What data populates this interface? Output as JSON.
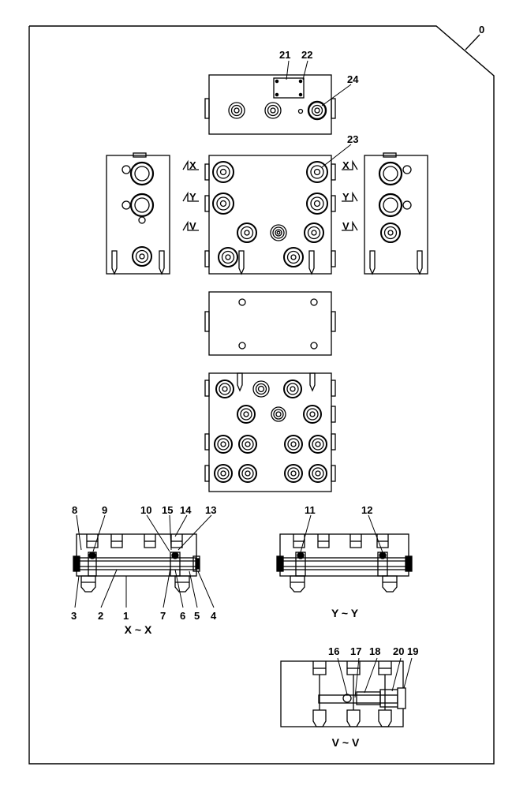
{
  "drawing": {
    "page_number": "0",
    "callouts": {
      "c1": "1",
      "c2": "2",
      "c3": "3",
      "c4": "4",
      "c5": "5",
      "c6": "6",
      "c7": "7",
      "c8": "8",
      "c9": "9",
      "c10": "10",
      "c11": "11",
      "c12": "12",
      "c13": "13",
      "c14": "14",
      "c15": "15",
      "c16": "16",
      "c17": "17",
      "c18": "18",
      "c19": "19",
      "c20": "20",
      "c21": "21",
      "c22": "22",
      "c23": "23",
      "c24": "24"
    },
    "section_markers": {
      "lx": "X",
      "ly": "Y",
      "lv": "V",
      "rx": "X",
      "ry": "Y",
      "rv": "V"
    },
    "section_titles": {
      "xx": "X ~ X",
      "yy": "Y ~ Y",
      "vv": "V ~ V"
    }
  }
}
